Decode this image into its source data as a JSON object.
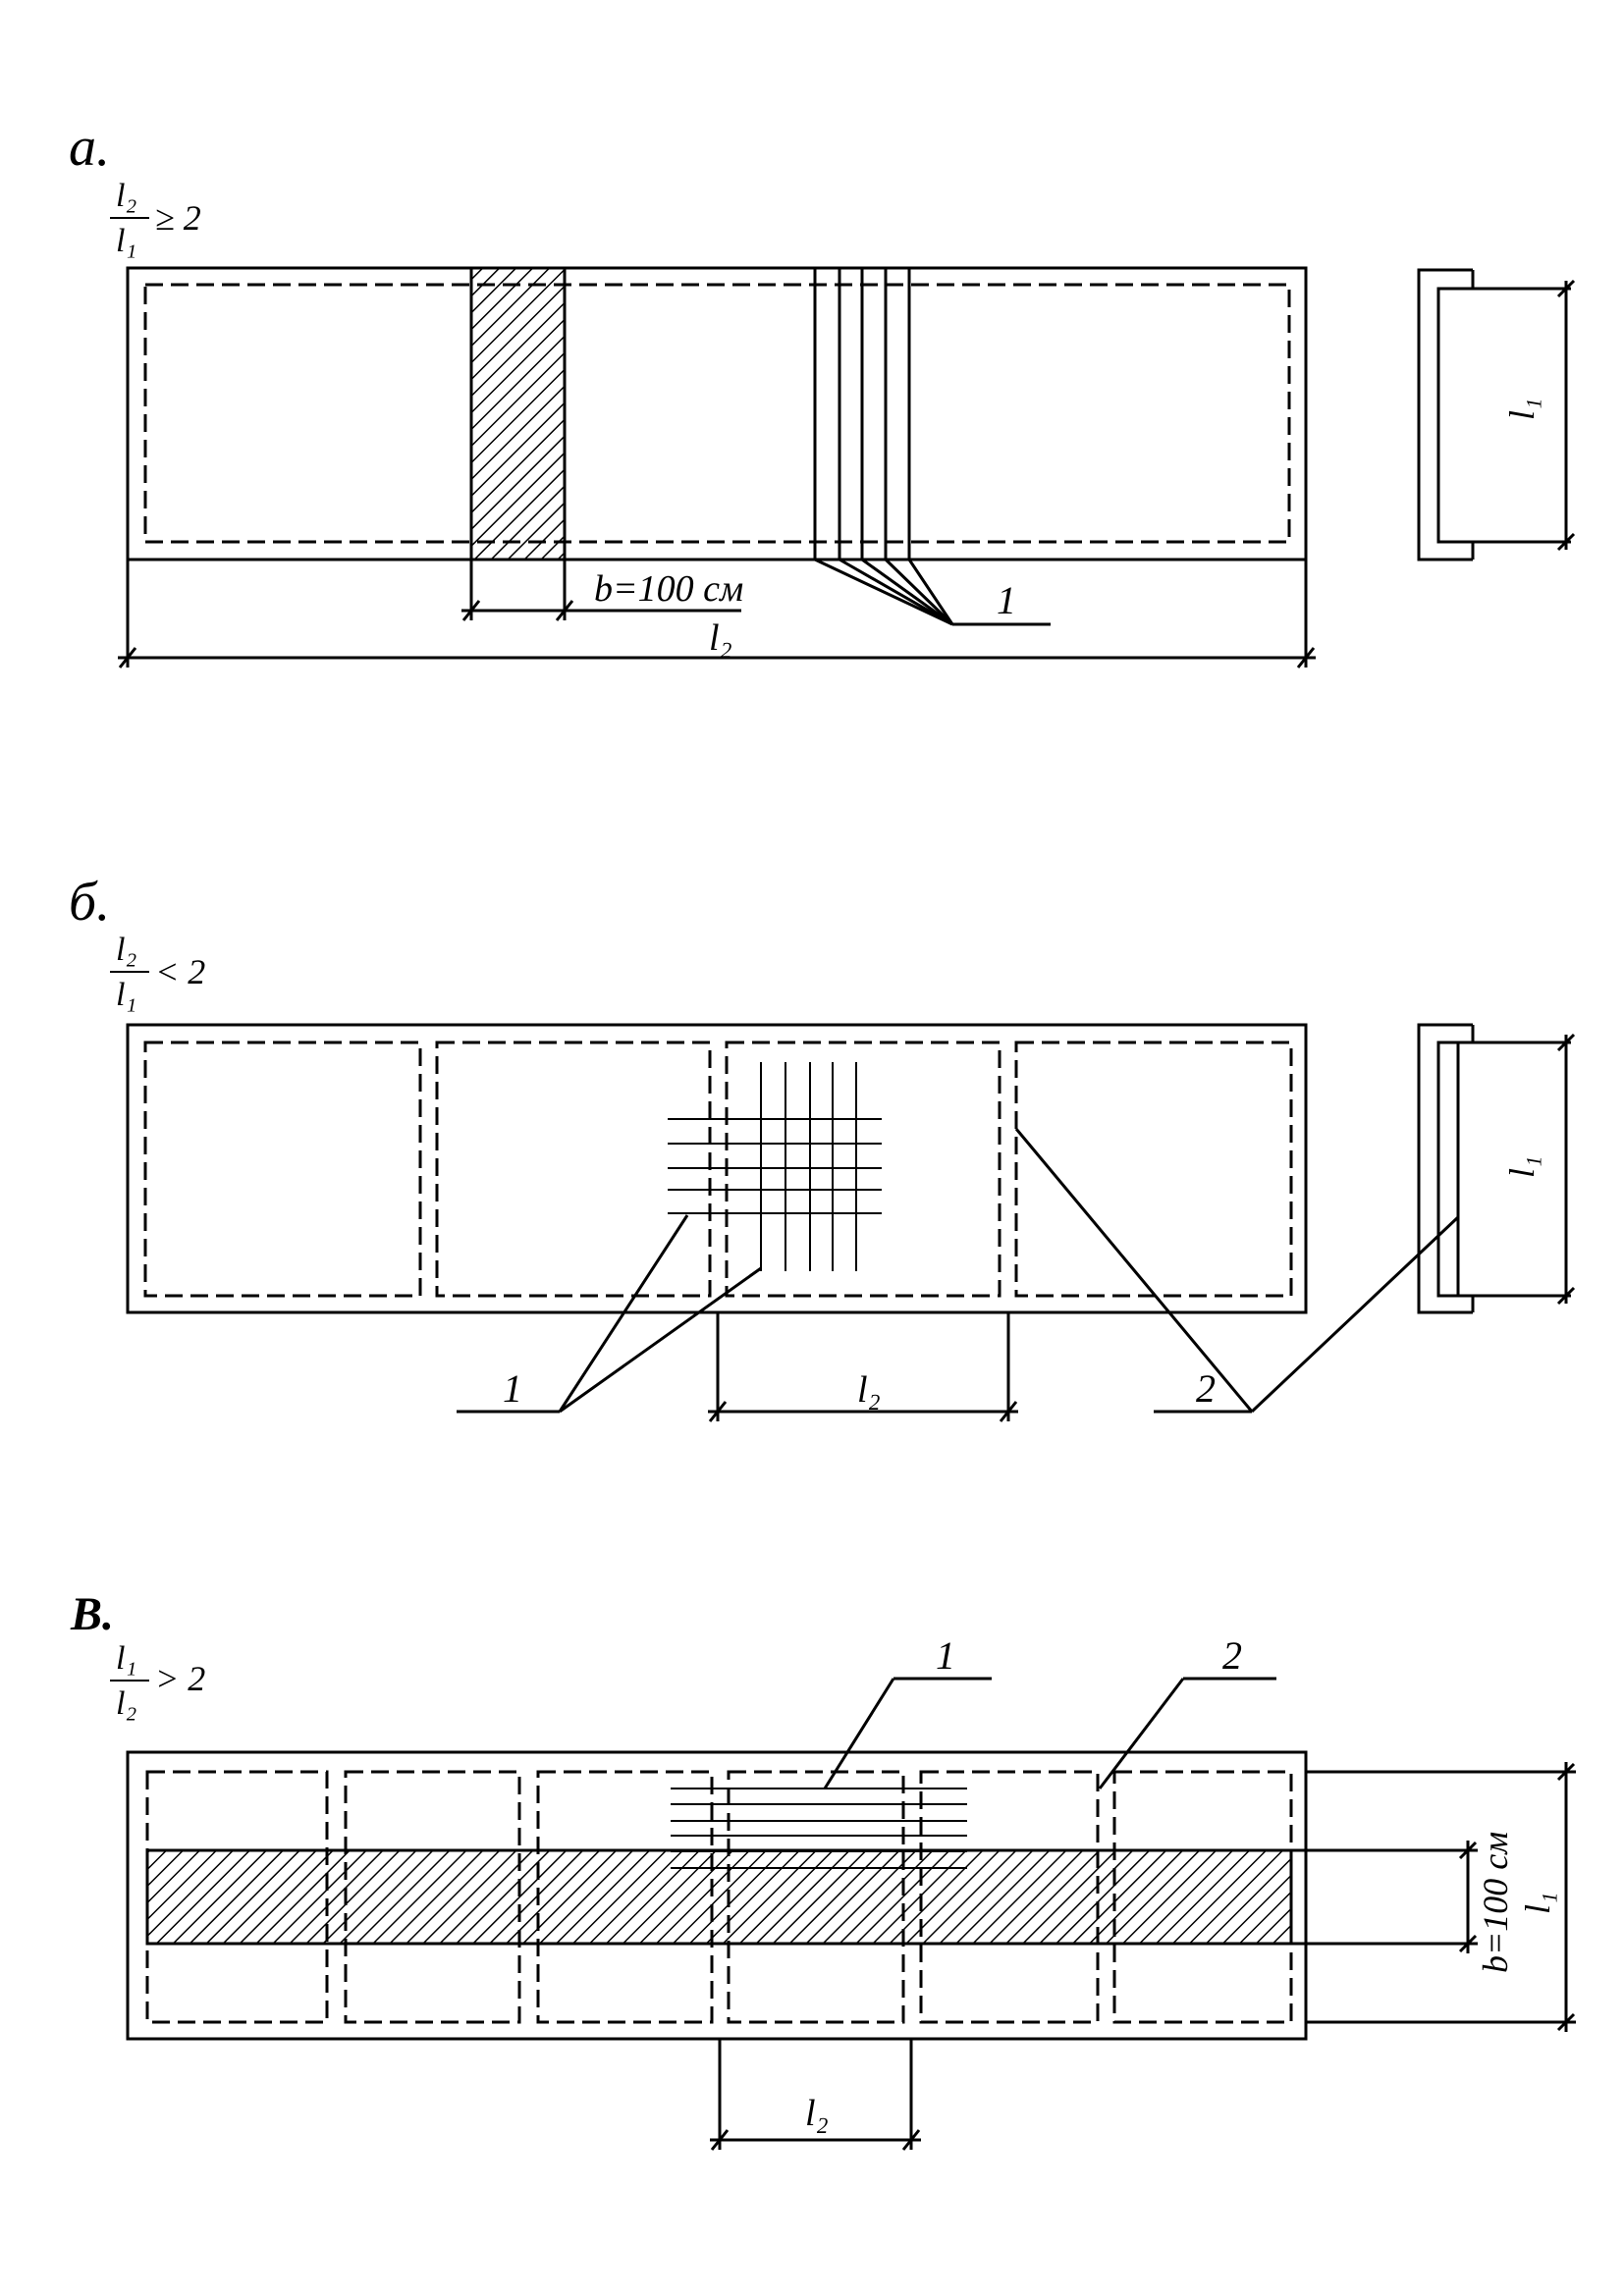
{
  "panel_a": {
    "letter": "а.",
    "ratio_num": "l₂",
    "ratio_den": "l₁",
    "ratio_rel": "≥ 2",
    "width_label": "b=100 см",
    "span_label": "l₂",
    "section_label": "l₁",
    "callout_1": "1"
  },
  "panel_b": {
    "letter": "б.",
    "ratio_num": "l₂",
    "ratio_den": "l₁",
    "ratio_rel": "< 2",
    "span_label": "l₂",
    "section_label": "l₁",
    "callout_1": "1",
    "callout_2": "2"
  },
  "panel_c": {
    "letter": "В.",
    "ratio_num": "l₁",
    "ratio_den": "l₂",
    "ratio_rel": "> 2",
    "width_label": "b=100 см",
    "span_label": "l₂",
    "section_label": "l₁",
    "callout_1": "1",
    "callout_2": "2"
  }
}
